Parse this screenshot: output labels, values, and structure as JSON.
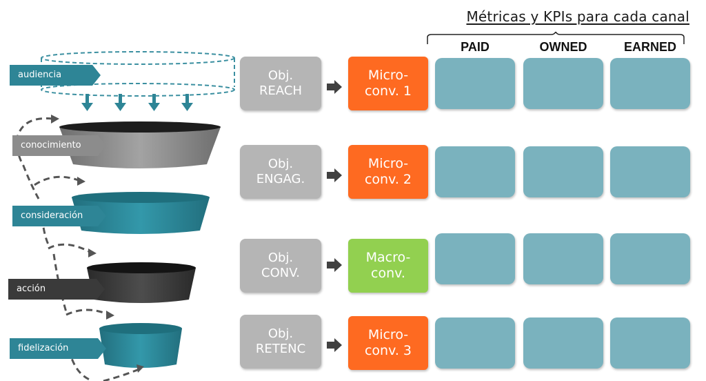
{
  "header": {
    "title": "Métricas y KPIs para cada canal",
    "channels": [
      "PAID",
      "OWNED",
      "EARNED"
    ]
  },
  "funnel": {
    "stages": [
      {
        "label": "audiencia",
        "color": "#2e8596"
      },
      {
        "label": "conocimiento",
        "color": "#8c8c8c"
      },
      {
        "label": "consideración",
        "color": "#2e8596"
      },
      {
        "label": "acción",
        "color": "#3a3a3a"
      },
      {
        "label": "fidelización",
        "color": "#2e8596"
      }
    ]
  },
  "rows": [
    {
      "objective": [
        "Obj.",
        "REACH"
      ],
      "conversion": [
        "Micro-",
        "conv. 1"
      ],
      "conv_color": "#fe6a21"
    },
    {
      "objective": [
        "Obj.",
        "ENGAG."
      ],
      "conversion": [
        "Micro-",
        "conv. 2"
      ],
      "conv_color": "#fe6a21"
    },
    {
      "objective": [
        "Obj.",
        "CONV."
      ],
      "conversion": [
        "Macro-",
        "conv."
      ],
      "conv_color": "#92d050"
    },
    {
      "objective": [
        "Obj.",
        "RETENC"
      ],
      "conversion": [
        "Micro-",
        "conv. 3"
      ],
      "conv_color": "#fe6a21"
    }
  ],
  "colors": {
    "objective_box": "#b5b5b5",
    "metric_cell": "#7ab2be",
    "teal": "#2e8596"
  }
}
